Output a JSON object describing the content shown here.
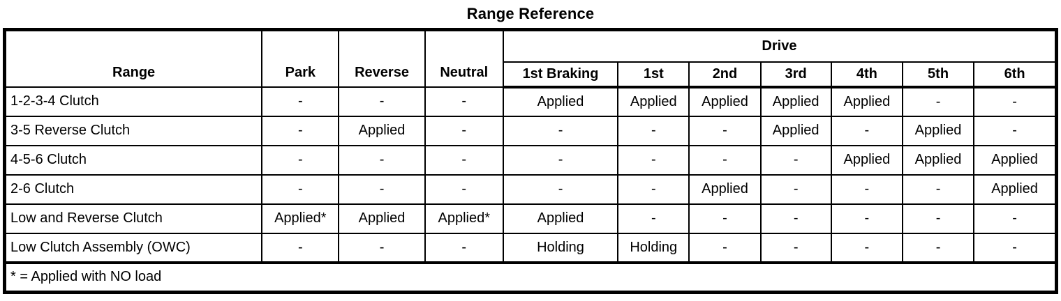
{
  "title": "Range Reference",
  "table": {
    "col_headers": {
      "range": "Range",
      "park": "Park",
      "reverse": "Reverse",
      "neutral": "Neutral",
      "drive": "Drive",
      "drive_sub": [
        "1st Braking",
        "1st",
        "2nd",
        "3rd",
        "4th",
        "5th",
        "6th"
      ]
    },
    "rows": [
      {
        "label": "1-2-3-4 Clutch",
        "values": [
          "-",
          "-",
          "-",
          "Applied",
          "Applied",
          "Applied",
          "Applied",
          "Applied",
          "-",
          "-"
        ]
      },
      {
        "label": "3-5 Reverse Clutch",
        "values": [
          "-",
          "Applied",
          "-",
          "-",
          "-",
          "-",
          "Applied",
          "-",
          "Applied",
          "-"
        ]
      },
      {
        "label": "4-5-6 Clutch",
        "values": [
          "-",
          "-",
          "-",
          "-",
          "-",
          "-",
          "-",
          "Applied",
          "Applied",
          "Applied"
        ]
      },
      {
        "label": "2-6 Clutch",
        "values": [
          "-",
          "-",
          "-",
          "-",
          "-",
          "Applied",
          "-",
          "-",
          "-",
          "Applied"
        ]
      },
      {
        "label": "Low and Reverse Clutch",
        "values": [
          "Applied*",
          "Applied",
          "Applied*",
          "Applied",
          "-",
          "-",
          "-",
          "-",
          "-",
          "-"
        ]
      },
      {
        "label": "Low Clutch Assembly (OWC)",
        "values": [
          "-",
          "-",
          "-",
          "Holding",
          "Holding",
          "-",
          "-",
          "-",
          "-",
          "-"
        ]
      }
    ],
    "footnote": "* = Applied with NO load",
    "colors": {
      "border": "#000000",
      "text": "#000000",
      "background": "#ffffff"
    }
  }
}
